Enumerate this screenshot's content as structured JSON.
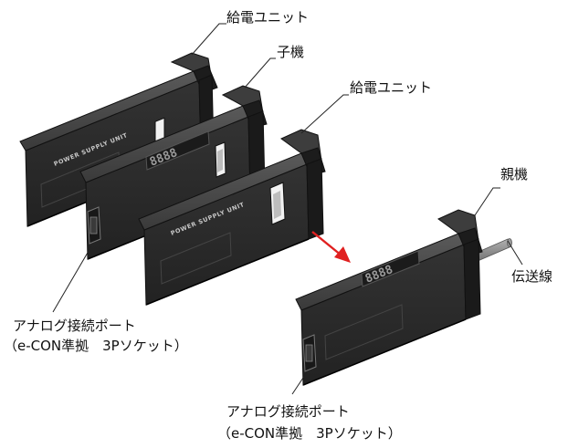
{
  "labels": {
    "power_supply_1": "給電ユニット",
    "sub_unit": "子機",
    "power_supply_2": "給電ユニット",
    "main_unit": "親機",
    "transmission_line": "伝送線",
    "analog_port_left_line1": "アナログ接続ポート",
    "analog_port_left_line2": "（e-CON準拠　3Pソケット）",
    "analog_port_right_line1": "アナログ接続ポート",
    "analog_port_right_line2": "（e-CON準拠　3Pソケット）"
  },
  "silkscreen": {
    "power_supply_text": "POWER SUPPLY UNIT",
    "display_digits": "8888"
  },
  "colors": {
    "body_front": "#2c2c2c",
    "body_top": "#4a4a4a",
    "body_side": "#1a1a1a",
    "arrow": "#e02020",
    "cable": "#8a8a8a"
  }
}
